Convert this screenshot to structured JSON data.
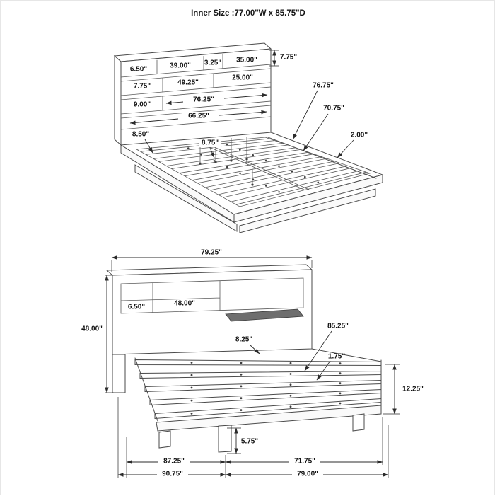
{
  "title": "Inner Size :77.00\"W x 85.75\"D",
  "top_view": {
    "row1": [
      "6.50\"",
      "39.00\"",
      "3.25\"",
      "35.00\""
    ],
    "row1_height": "7.75\"",
    "row2": [
      "7.75\"",
      "49.25\"",
      "25.00\""
    ],
    "row3": [
      "9.00\"",
      "76.25\""
    ],
    "row4": "66.25\"",
    "headboard_base": "8.50\"",
    "slat_spacing": "8.75\"",
    "callouts": [
      "76.75\"",
      "70.75\"",
      "2.00\""
    ]
  },
  "front_view": {
    "top_width": "79.25\"",
    "left_height": "48.00\"",
    "shelf_left": "6.50\"",
    "shelf_right": "48.00\"",
    "below_shelf": "8.25\"",
    "deck_depth": "85.25\"",
    "slat_thickness": "1.75\"",
    "right_height": "12.25\"",
    "foot_clearance": "5.75\"",
    "bottom_inner": [
      "87.25\"",
      "71.75\""
    ],
    "bottom_outer": [
      "90.75\"",
      "79.00\""
    ]
  }
}
